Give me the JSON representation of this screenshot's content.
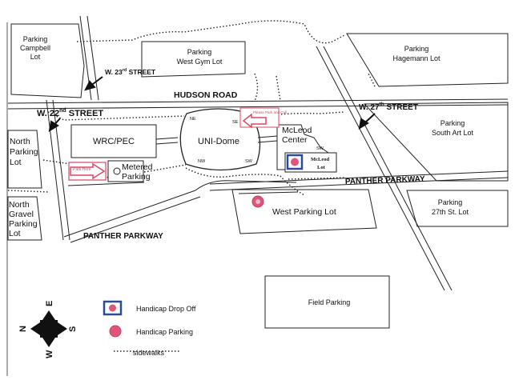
{
  "lots": {
    "campbell_1": "Parking",
    "campbell_2": "Campbell",
    "campbell_3": "Lot",
    "westgym_1": "Parking",
    "westgym_2": "West Gym Lot",
    "hagemann_1": "Parking",
    "hagemann_2": "Hagemann Lot",
    "southart_1": "Parking",
    "southart_2": "South Art Lot",
    "north_1": "North",
    "north_2": "Parking",
    "north_3": "Lot",
    "northgravel_1": "North",
    "northgravel_2": "Gravel",
    "northgravel_3": "Parking",
    "northgravel_4": "Lot",
    "west": "West Parking Lot",
    "p27_1": "Parking",
    "p27_2": "27th St. Lot",
    "field": "Field Parking",
    "metered_1": "Metered",
    "metered_2": "Parking",
    "mcleod_lot_1": "McLeod",
    "mcleod_lot_2": "Lot"
  },
  "streets": {
    "w23_main": "W. 23",
    "w23_sup": "rd",
    "w23_tail": " STREET",
    "w22_main": "W. 22",
    "w22_sup": "nd",
    "w22_tail": " STREET",
    "w27_main": "W. 27",
    "w27_sup": "th",
    "w27_tail": " STREET",
    "hudson": "HUDSON ROAD",
    "panther_east": "PANTHER PARKWAY",
    "panther_west": "PANTHER PARKWAY"
  },
  "buildings": {
    "wrc": "WRC/PEC",
    "dome": "UNI-Dome",
    "mcleod_1": "McLeod",
    "mcleod_2": "Center",
    "ne": "NE",
    "se": "SE",
    "nw": "NW",
    "sw": "SW",
    "mcleod_sw": "SW"
  },
  "signs": {
    "park_here": "Park Here",
    "please_park": "Please Park and Call"
  },
  "legend": {
    "dropoff": "Handicap Drop Off",
    "parking": "Handicap Parking",
    "sidewalks": "sidewalks"
  },
  "compass": {
    "n": "N",
    "s": "S",
    "e": "E",
    "w": "W"
  },
  "colors": {
    "sign_red": "#d94766",
    "handicap_blue": "#2c4a9a",
    "handicap_pink": "#e0557a"
  }
}
